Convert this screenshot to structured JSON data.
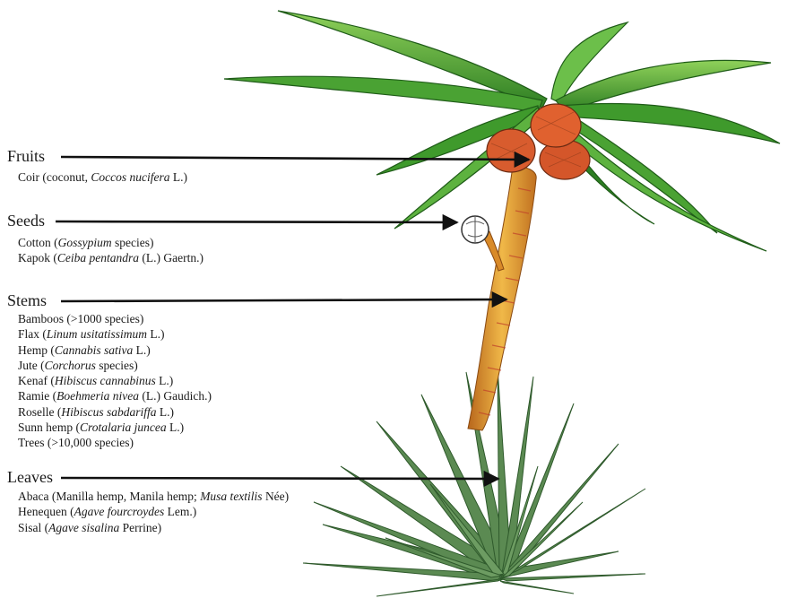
{
  "categories": [
    {
      "key": "fruits",
      "title": "Fruits",
      "items": [
        [
          {
            "t": "Coir (coconut, "
          },
          {
            "t": "Coccos nucifera",
            "i": true
          },
          {
            "t": " L.)"
          }
        ]
      ]
    },
    {
      "key": "seeds",
      "title": "Seeds",
      "items": [
        [
          {
            "t": "Cotton ("
          },
          {
            "t": "Gossypium",
            "i": true
          },
          {
            "t": " species)"
          }
        ],
        [
          {
            "t": "Kapok ("
          },
          {
            "t": "Ceiba pentandra",
            "i": true
          },
          {
            "t": " (L.) Gaertn.)"
          }
        ]
      ]
    },
    {
      "key": "stems",
      "title": "Stems",
      "items": [
        [
          {
            "t": "Bamboos (>1000 species)"
          }
        ],
        [
          {
            "t": "Flax ("
          },
          {
            "t": "Linum usitatissimum",
            "i": true
          },
          {
            "t": " L.)"
          }
        ],
        [
          {
            "t": "Hemp ("
          },
          {
            "t": "Cannabis sativa",
            "i": true
          },
          {
            "t": " L.)"
          }
        ],
        [
          {
            "t": "Jute ("
          },
          {
            "t": "Corchorus",
            "i": true
          },
          {
            "t": " species)"
          }
        ],
        [
          {
            "t": "Kenaf ("
          },
          {
            "t": "Hibiscus cannabinus",
            "i": true
          },
          {
            "t": " L.)"
          }
        ],
        [
          {
            "t": "Ramie ("
          },
          {
            "t": "Boehmeria nivea",
            "i": true
          },
          {
            "t": " (L.) Gaudich.)"
          }
        ],
        [
          {
            "t": "Roselle ("
          },
          {
            "t": "Hibiscus sabdariffa",
            "i": true
          },
          {
            "t": " L.)"
          }
        ],
        [
          {
            "t": "Sunn hemp ("
          },
          {
            "t": "Crotalaria juncea",
            "i": true
          },
          {
            "t": " L.)"
          }
        ],
        [
          {
            "t": "Trees (>10,000 species)"
          }
        ]
      ]
    },
    {
      "key": "leaves",
      "title": "Leaves",
      "items": [
        [
          {
            "t": "Abaca (Manilla hemp, Manila hemp; "
          },
          {
            "t": "Musa textilis",
            "i": true
          },
          {
            "t": " Née)"
          }
        ],
        [
          {
            "t": "Henequen ("
          },
          {
            "t": "Agave fourcroydes",
            "i": true
          },
          {
            "t": " Lem.)"
          }
        ],
        [
          {
            "t": "Sisal ("
          },
          {
            "t": "Agave sisalina",
            "i": true
          },
          {
            "t": " Perrine)"
          }
        ]
      ]
    }
  ],
  "colors": {
    "palm_leaf": "#3f9a2c",
    "palm_leaf_light": "#7cc447",
    "coconut": "#d4562a",
    "trunk": "#e09a2e",
    "agave": "#4f7a4a",
    "arrow": "#111111"
  }
}
